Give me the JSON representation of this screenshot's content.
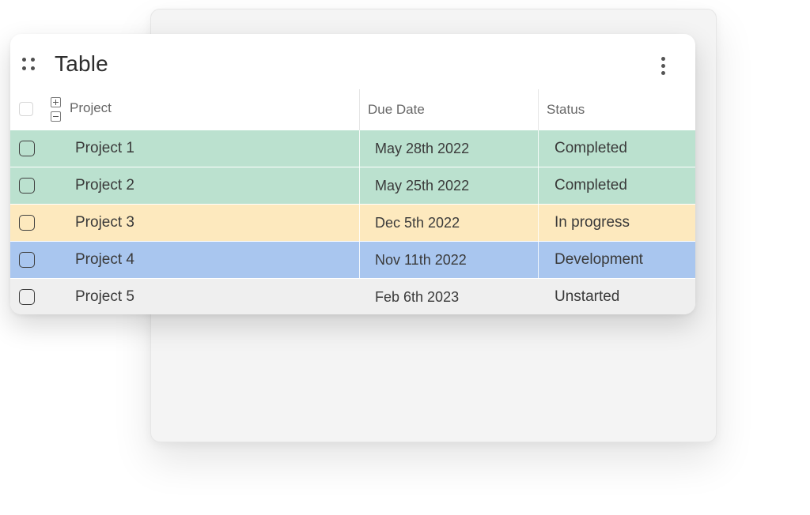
{
  "table": {
    "title": "Table",
    "columns": {
      "project": "Project",
      "due_date": "Due Date",
      "status": "Status"
    },
    "rows": [
      {
        "project": "Project 1",
        "due_date": "May 28th 2022",
        "status": "Completed",
        "color": "#bbe1cf"
      },
      {
        "project": "Project 2",
        "due_date": "May 25th 2022",
        "status": "Completed",
        "color": "#bbe1cf"
      },
      {
        "project": "Project 3",
        "due_date": "Dec 5th 2022",
        "status": "In progress",
        "color": "#fde9be"
      },
      {
        "project": "Project 4",
        "due_date": "Nov 11th 2022",
        "status": "Development",
        "color": "#a9c6ef"
      },
      {
        "project": "Project 5",
        "due_date": "Feb 6th 2023",
        "status": "Unstarted",
        "color": "#efefef"
      }
    ]
  },
  "icons": {
    "drag_handle": "drag-handle-icon",
    "more_menu": "more-vertical-icon",
    "expand": "plus-square-icon",
    "collapse": "minus-square-icon"
  }
}
